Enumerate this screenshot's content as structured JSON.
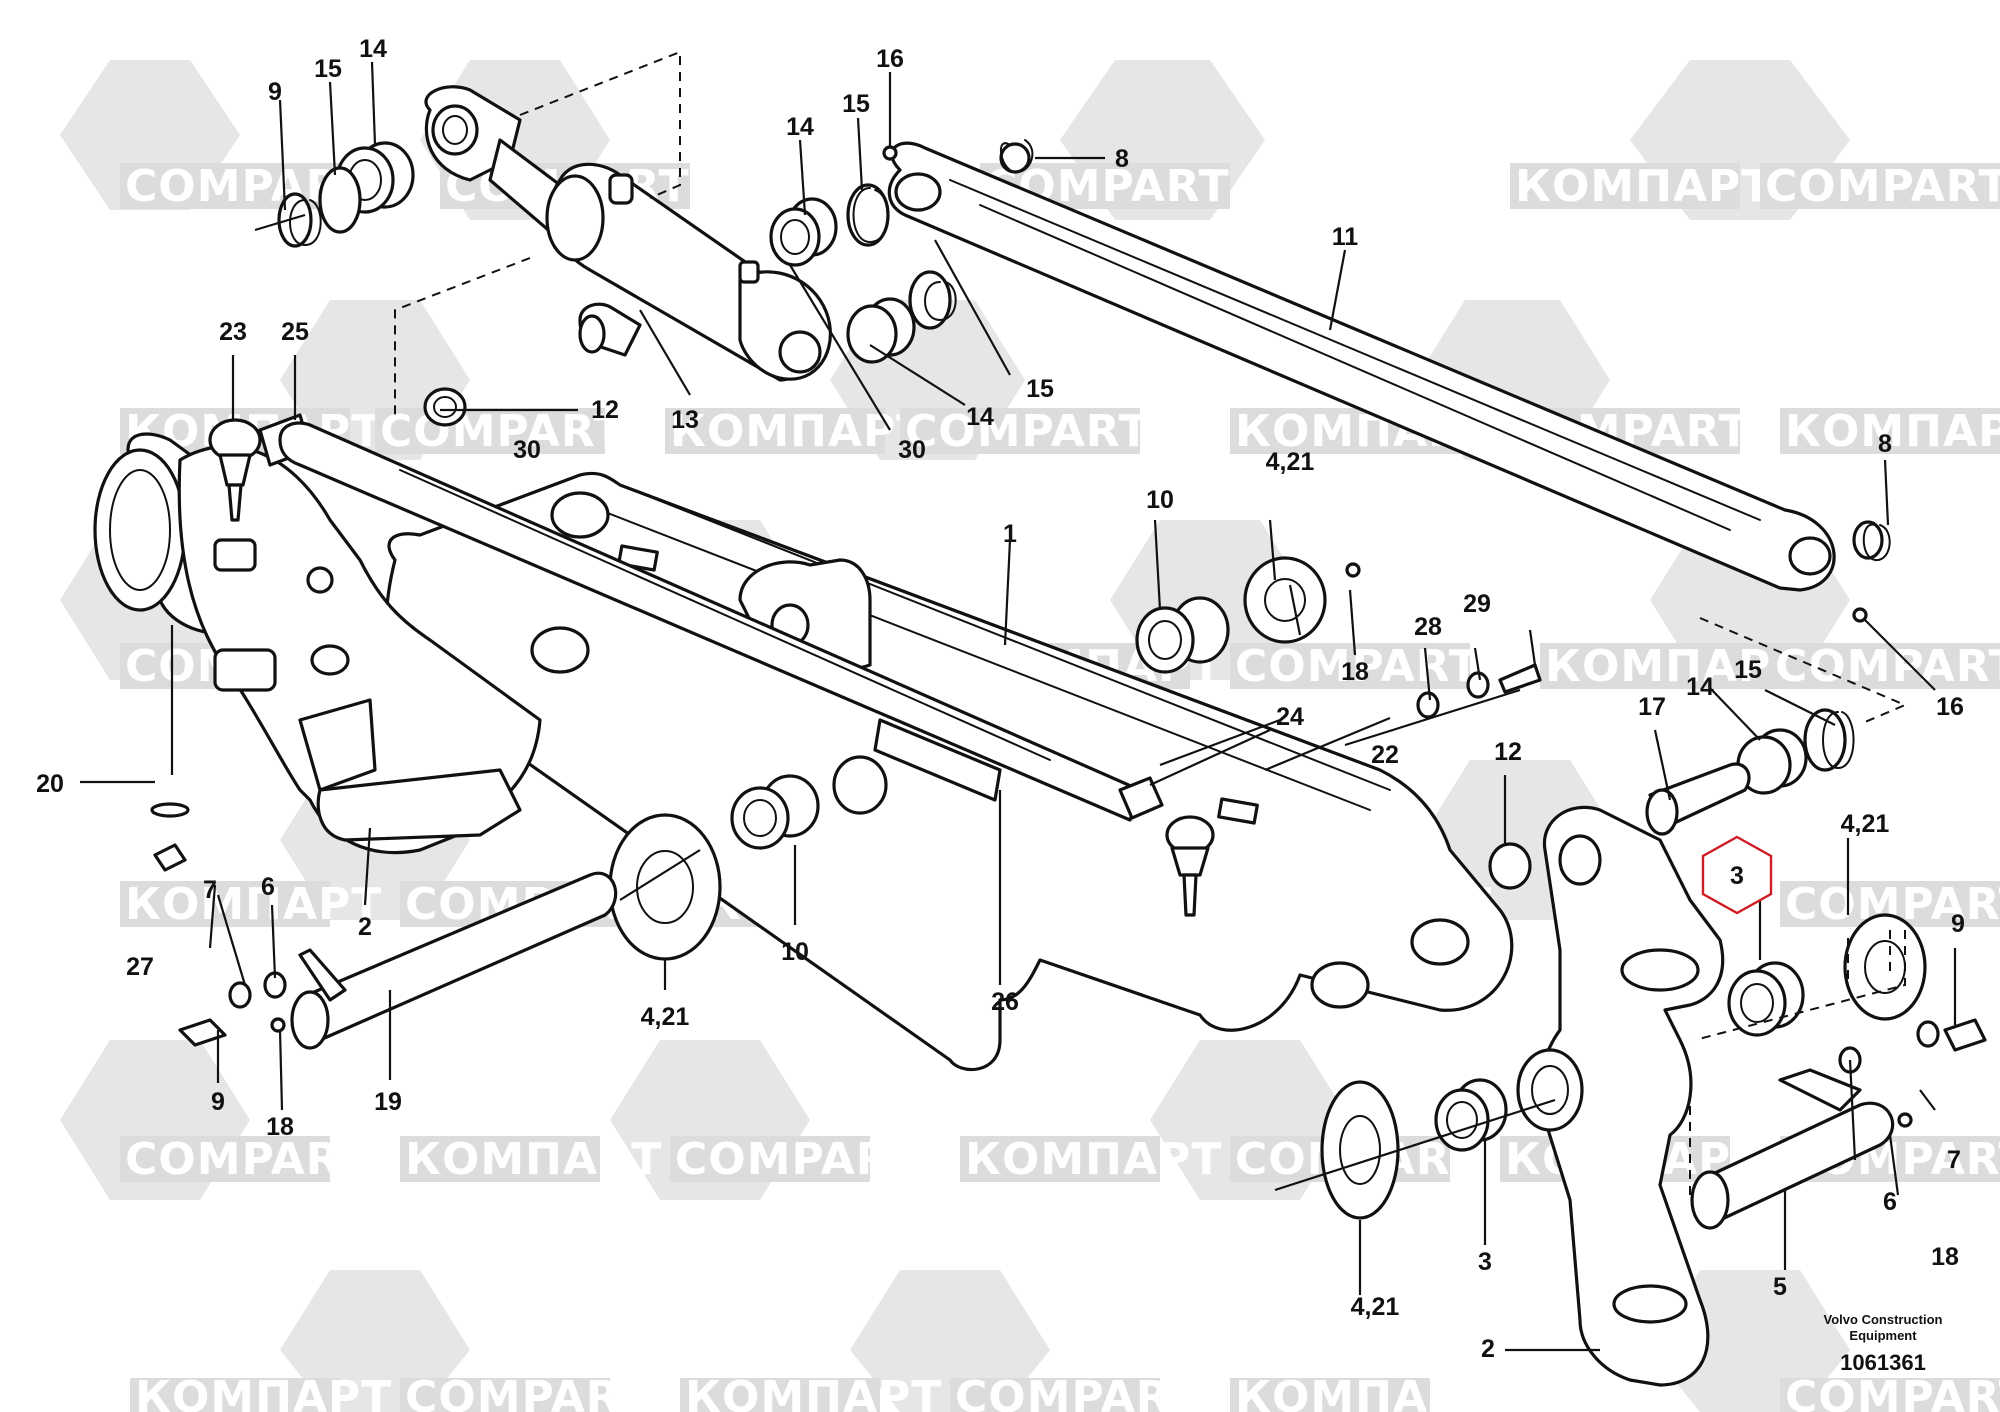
{
  "watermarks": {
    "latin": "COMPART",
    "cyrillic": "КОМПАРТ"
  },
  "callouts": {
    "c1": "1",
    "c2a": "2",
    "c2b": "2",
    "c3_highlight": "3",
    "c3": "3",
    "c4_21_a": "4,21",
    "c4_21_b": "4,21",
    "c4_21_c": "4,21",
    "c4_21_d": "4,21",
    "c5": "5",
    "c6a": "6",
    "c6b": "6",
    "c7a": "7",
    "c7b": "7",
    "c8a": "8",
    "c8b": "8",
    "c9a": "9",
    "c9b": "9",
    "c9c": "9",
    "c10a": "10",
    "c10b": "10",
    "c11": "11",
    "c12a": "12",
    "c12b": "12",
    "c13": "13",
    "c14a": "14",
    "c14b": "14",
    "c14c": "14",
    "c14d": "14",
    "c15a": "15",
    "c15b": "15",
    "c15c": "15",
    "c15d": "15",
    "c16a": "16",
    "c16b": "16",
    "c17": "17",
    "c18a": "18",
    "c18b": "18",
    "c18c": "18",
    "c19": "19",
    "c20": "20",
    "c22": "22",
    "c23": "23",
    "c24": "24",
    "c25": "25",
    "c26": "26",
    "c27": "27",
    "c28": "28",
    "c29": "29",
    "c30a": "30",
    "c30b": "30"
  },
  "highlight_color": "#d01c24",
  "footer": {
    "line1": "Volvo Construction",
    "line2": "Equipment",
    "number": "1061361"
  }
}
